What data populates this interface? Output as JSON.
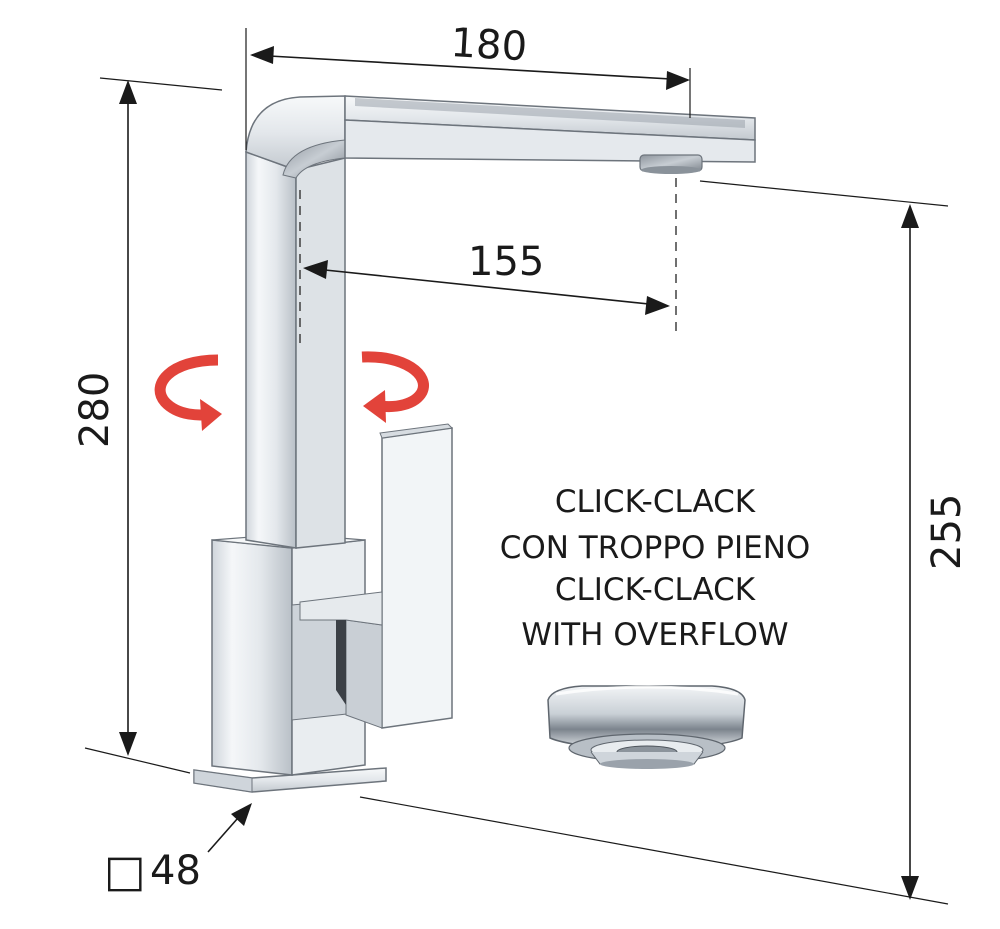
{
  "dimensions": {
    "spout_length": "180",
    "spout_reach": "155",
    "total_height": "280",
    "spout_height": "255",
    "base_size": "48"
  },
  "base_symbol": "□",
  "caption": {
    "line1": "CLICK-CLACK",
    "line2": "CON TROPPO PIENO",
    "line3": "CLICK-CLACK",
    "line4": "WITH OVERFLOW"
  },
  "colors": {
    "rotation_arrow": "#e2433a",
    "line": "#1a1a1a",
    "chrome_dark": "#9aa2ab",
    "chrome_light": "#f4f6f8"
  },
  "icons": {
    "rotation_left": "rotate-arrow-icon",
    "rotation_right": "rotate-arrow-icon",
    "drain": "click-clack-drain-icon"
  }
}
